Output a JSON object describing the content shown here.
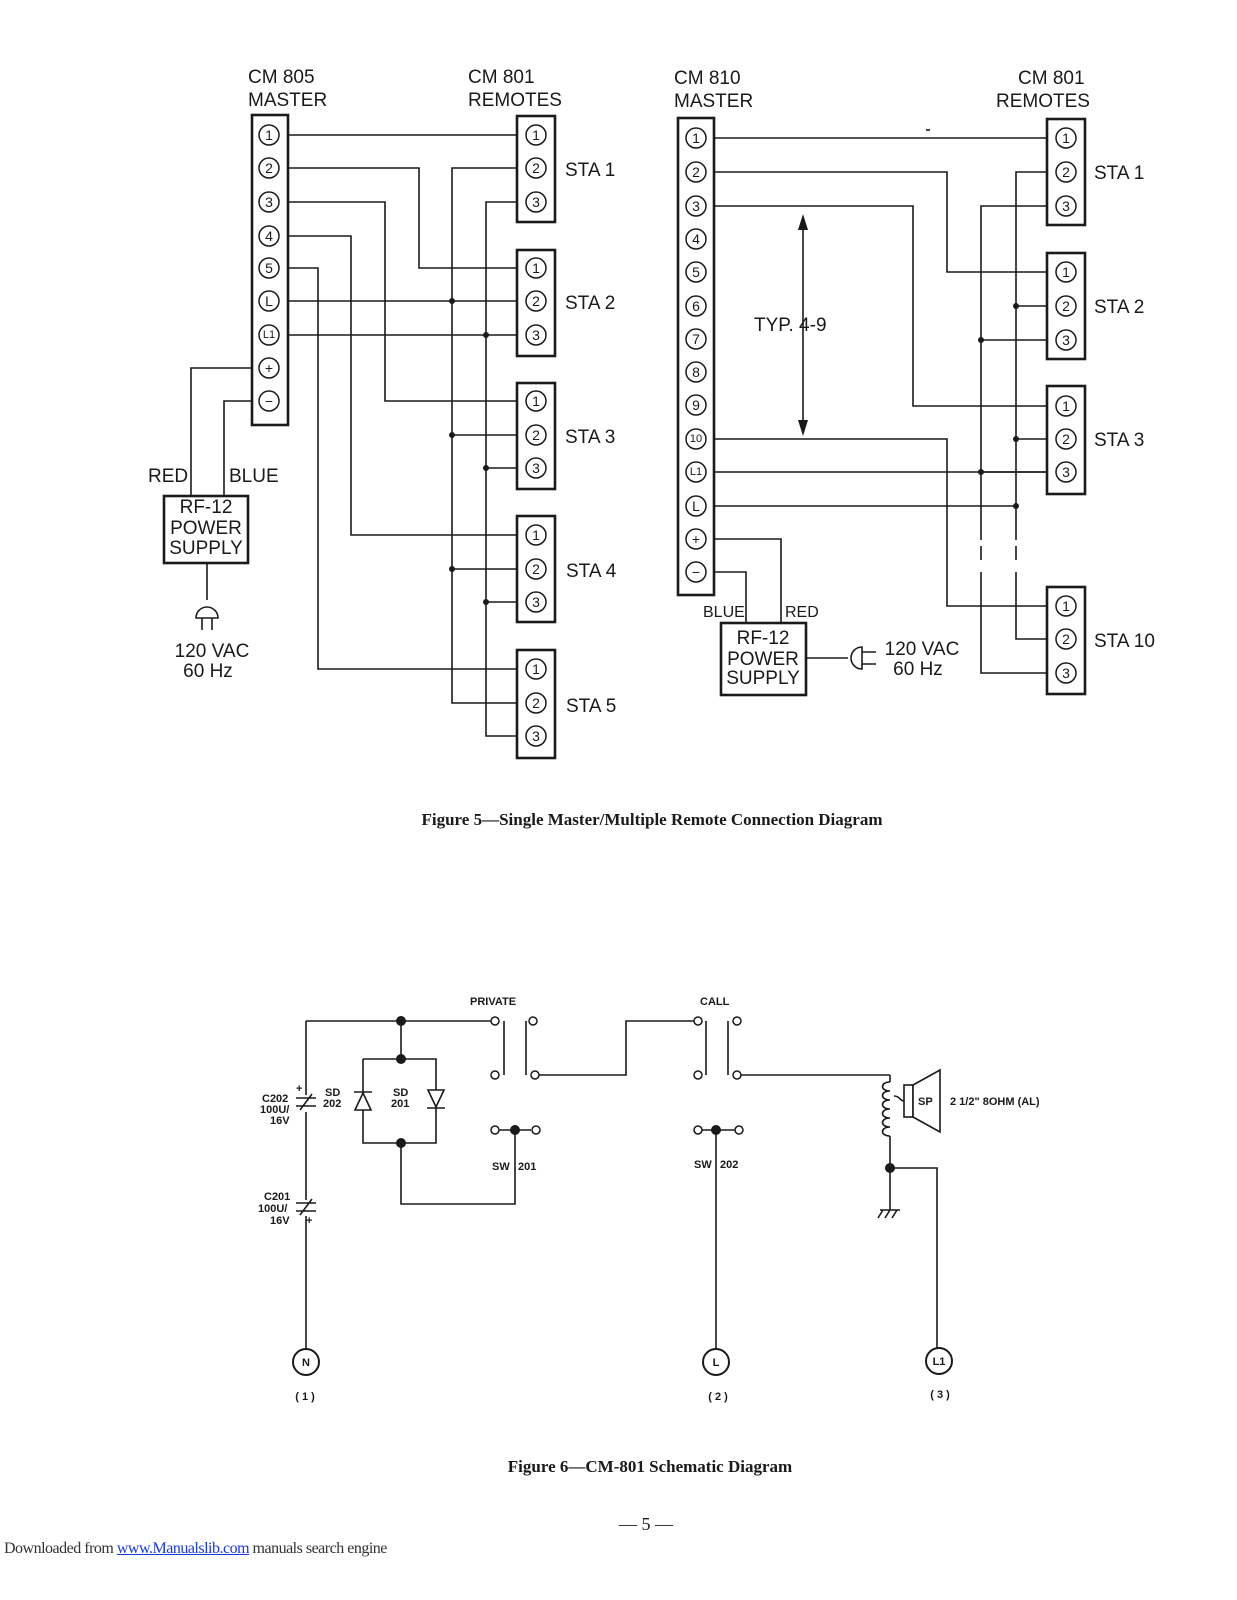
{
  "figure5": {
    "left": {
      "master_model": "CM 805",
      "master_role": "MASTER",
      "remotes_model": "CM 801",
      "remotes_role": "REMOTES",
      "master_terminals": [
        "1",
        "2",
        "3",
        "4",
        "5",
        "L",
        "L1",
        "+",
        "−"
      ],
      "stations": [
        "STA 1",
        "STA 2",
        "STA 3",
        "STA 4",
        "STA 5"
      ],
      "station_terminals": [
        "1",
        "2",
        "3"
      ],
      "wire_red": "RED",
      "wire_blue": "BLUE",
      "psu_lines": [
        "RF-12",
        "POWER",
        "SUPPLY"
      ],
      "ac_lines": [
        "120 VAC",
        "60 Hz"
      ]
    },
    "right": {
      "master_model": "CM 810",
      "master_role": "MASTER",
      "remotes_model": "CM 801",
      "remotes_role": "REMOTES",
      "master_terminals": [
        "1",
        "2",
        "3",
        "4",
        "5",
        "6",
        "7",
        "8",
        "9",
        "10",
        "L1",
        "L",
        "+",
        "−"
      ],
      "stations": [
        "STA 1",
        "STA 2",
        "STA 3",
        "STA 10"
      ],
      "station_terminals": [
        "1",
        "2",
        "3"
      ],
      "typ_label": "TYP. 4-9",
      "wire_blue": "BLUE",
      "wire_red": "RED",
      "psu_lines": [
        "RF-12",
        "POWER",
        "SUPPLY"
      ],
      "ac_lines": [
        "120 VAC",
        "60 Hz"
      ]
    },
    "caption": "Figure 5—Single Master/Multiple Remote Connection Diagram"
  },
  "figure6": {
    "private_label": "PRIVATE",
    "call_label": "CALL",
    "c202": [
      "C202",
      "100U/",
      "16V"
    ],
    "c201": [
      "C201",
      "100U/",
      "16V"
    ],
    "sd202": [
      "SD",
      "202"
    ],
    "sd201": [
      "SD",
      "201"
    ],
    "sw201": [
      "SW",
      "201"
    ],
    "sw202": [
      "SW",
      "202"
    ],
    "sp_label": "SP",
    "speaker_spec": "2 1/2\" 8OHM (AL)",
    "nodes": [
      {
        "label": "N",
        "number": "( 1 )"
      },
      {
        "label": "L",
        "number": "( 2 )"
      },
      {
        "label": "L1",
        "number": "( 3 )"
      }
    ],
    "caption": "Figure 6—CM-801 Schematic Diagram"
  },
  "page_number": "— 5 —",
  "footer": {
    "prefix": "Downloaded from ",
    "link": "www.Manualslib.com",
    "suffix": " manuals search engine"
  }
}
